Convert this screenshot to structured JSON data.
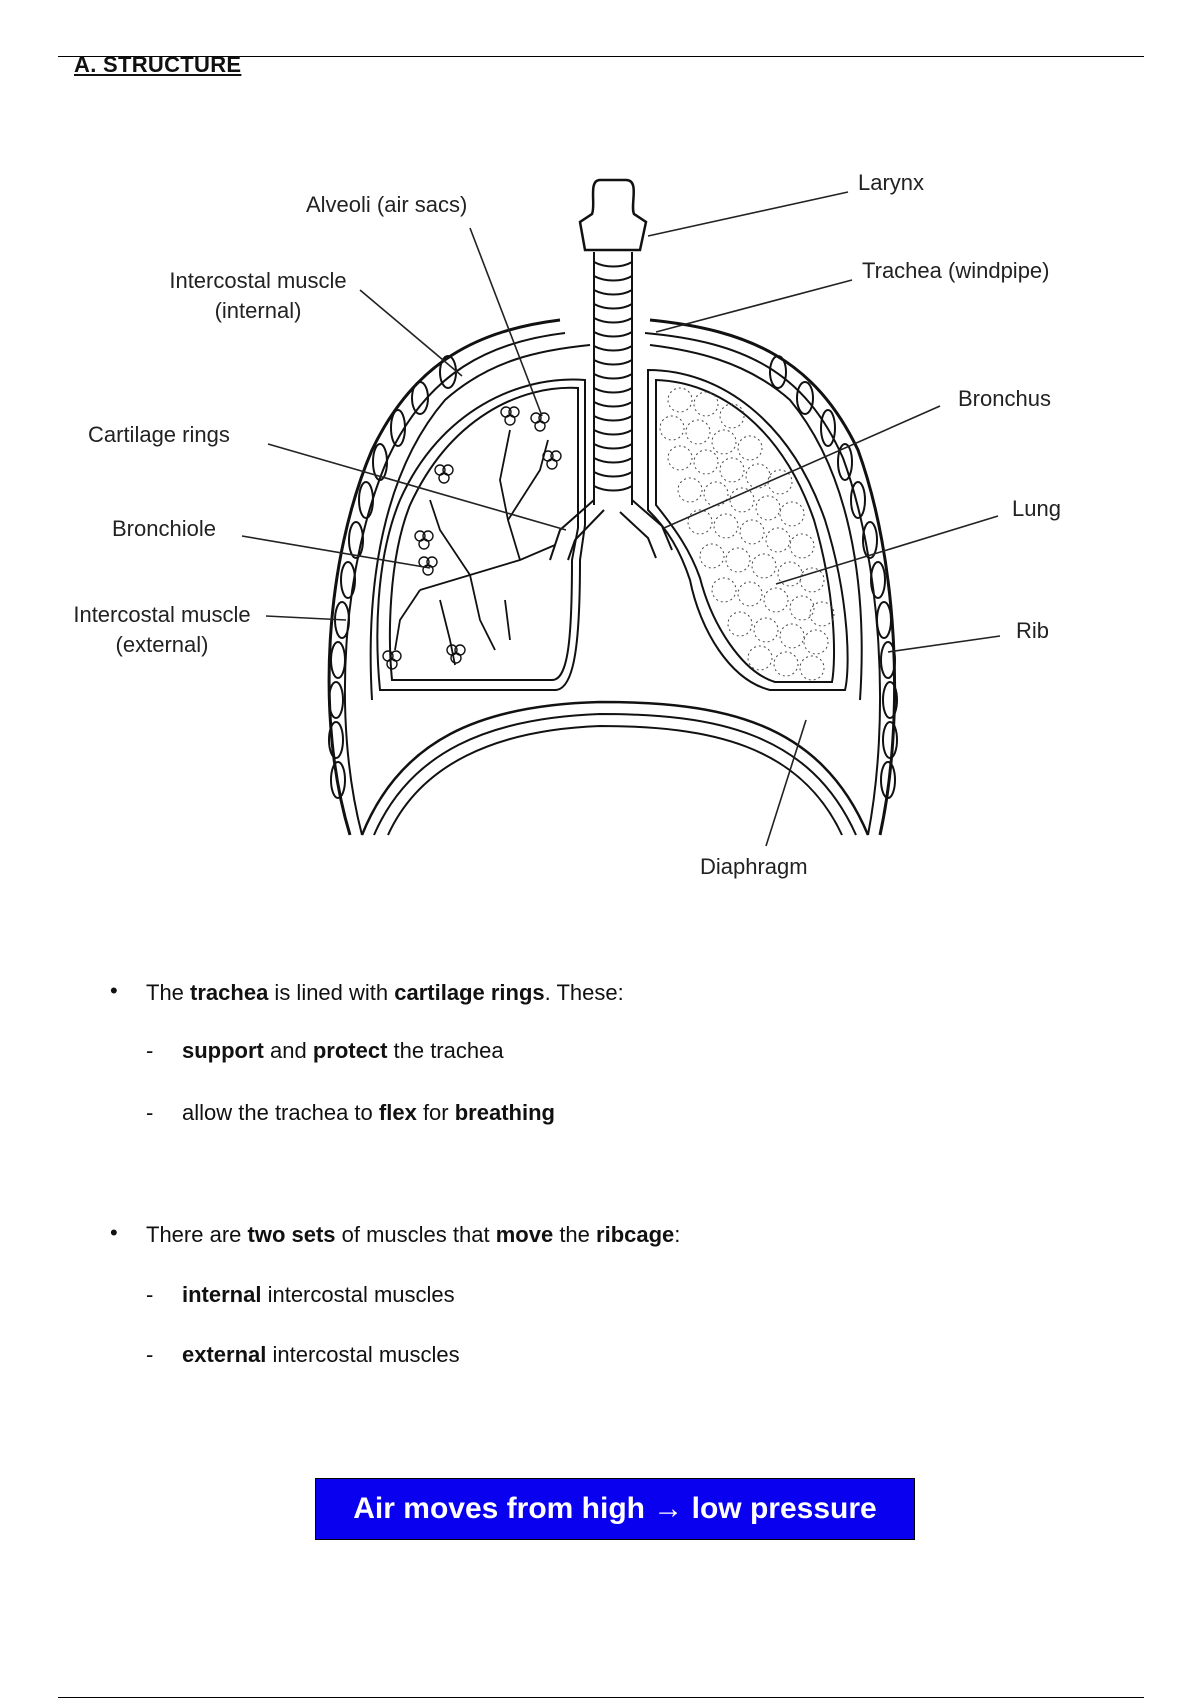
{
  "section": {
    "heading": "A.  STRUCTURE"
  },
  "diagram": {
    "labels": {
      "larynx": "Larynx",
      "alveoli": "Alveoli (air sacs)",
      "trachea": "Trachea (windpipe)",
      "intercostal_internal_1": "Intercostal muscle",
      "intercostal_internal_2": "(internal)",
      "bronchus": "Bronchus",
      "cartilage_rings": "Cartilage rings",
      "lung": "Lung",
      "bronchiole": "Bronchiole",
      "intercostal_external_1": "Intercostal muscle",
      "intercostal_external_2": "(external)",
      "rib": "Rib",
      "diaphragm": "Diaphragm"
    }
  },
  "notes": {
    "point1": {
      "p1": "The ",
      "b1": "trachea",
      "p2": " is lined with ",
      "b2": "cartilage rings",
      "p3": ".  These:",
      "sub1": {
        "b1": "support",
        "p1": " and ",
        "b2": "protect",
        "p2": " the trachea"
      },
      "sub2": {
        "p1": "allow the trachea to ",
        "b1": "flex",
        "p2": " for ",
        "b2": "breathing"
      }
    },
    "point2": {
      "p1": "There are ",
      "b1": "two sets",
      "p2": " of muscles that ",
      "b2": "move",
      "p3": " the ",
      "b3": "ribcage",
      "p4": ":",
      "sub1": {
        "b1": "internal",
        "p1": " intercostal muscles"
      },
      "sub2": {
        "b1": "external",
        "p1": " intercostal muscles"
      }
    },
    "bullet_char": "•",
    "dash_char": "-"
  },
  "banner": {
    "text": "Air moves from high → low pressure"
  }
}
